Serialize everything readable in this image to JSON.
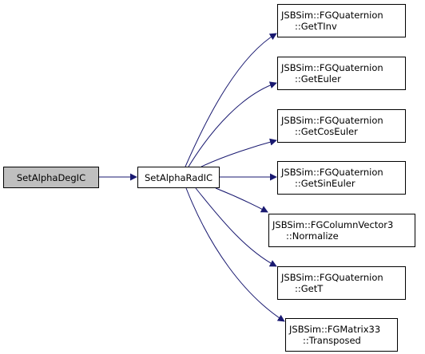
{
  "root": {
    "label": "SetAlphaDegIC"
  },
  "middle": {
    "label": "SetAlphaRadIC"
  },
  "callees": [
    {
      "line1": "JSBSim::FGQuaternion",
      "line2": "::GetTInv"
    },
    {
      "line1": "JSBSim::FGQuaternion",
      "line2": "::GetEuler"
    },
    {
      "line1": "JSBSim::FGQuaternion",
      "line2": "::GetCosEuler"
    },
    {
      "line1": "JSBSim::FGQuaternion",
      "line2": "::GetSinEuler"
    },
    {
      "line1": "JSBSim::FGColumnVector3",
      "line2": "::Normalize"
    },
    {
      "line1": "JSBSim::FGQuaternion",
      "line2": "::GetT"
    },
    {
      "line1": "JSBSim::FGMatrix33",
      "line2": "::Transposed"
    }
  ],
  "colors": {
    "edge": "#191970",
    "root_fill": "#bfbfbf",
    "node_fill": "#ffffff",
    "border": "#000000"
  }
}
